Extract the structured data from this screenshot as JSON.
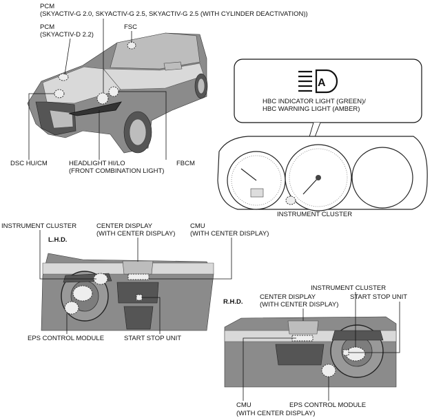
{
  "labels": {
    "pcm_gas_title": "PCM",
    "pcm_gas_detail": "(SKYACTIV-G 2.0, SKYACTIV-G 2.5, SKYACTIV-G 2.5 (WITH CYLINDER DEACTIVATION))",
    "pcm_diesel_title": "PCM",
    "pcm_diesel_detail": "(SKYACTIV-D 2.2)",
    "fsc": "FSC",
    "hbc_indicator": "HBC INDICATOR LIGHT (GREEN)/",
    "hbc_warning": "HBC WARNING LIGHT (AMBER)",
    "dsc_hu_cm": "DSC HU/CM",
    "headlight_line1": "HEADLIGHT HI/LO",
    "headlight_line2": "(FRONT COMBINATION LIGHT)",
    "fbcm": "FBCM",
    "instrument_cluster_cluster_view": "INSTRUMENT CLUSTER",
    "lhd": {
      "heading": "L.H.D.",
      "instrument_cluster": "INSTRUMENT CLUSTER",
      "center_display_line1": "CENTER DISPLAY",
      "center_display_line2": "(WITH CENTER DISPLAY)",
      "cmu_line1": "CMU",
      "cmu_line2": "(WITH CENTER DISPLAY)",
      "eps": "EPS CONTROL MODULE",
      "start_stop": "START STOP UNIT"
    },
    "rhd": {
      "heading": "R.H.D.",
      "instrument_cluster": "INSTRUMENT CLUSTER",
      "center_display_line1": "CENTER DISPLAY",
      "center_display_line2": "(WITH CENTER DISPLAY)",
      "start_stop": "START STOP UNIT",
      "cmu_line1": "CMU",
      "cmu_line2": "(WITH CENTER DISPLAY)",
      "eps": "EPS CONTROL MODULE"
    }
  },
  "icons": {
    "hbc": "auto-high-beam-icon"
  }
}
